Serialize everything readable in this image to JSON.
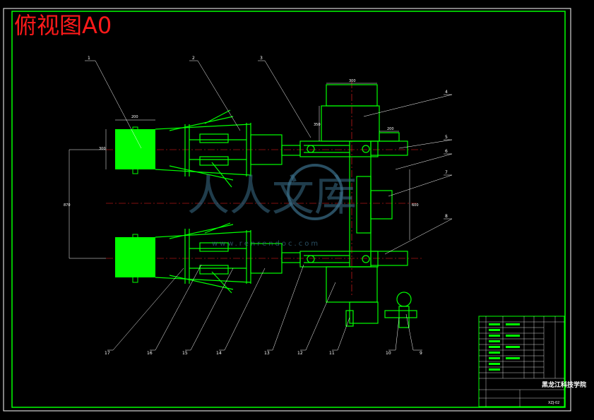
{
  "title": "俯视图A0",
  "callouts": [
    "1",
    "2",
    "3",
    "4",
    "5",
    "6",
    "7",
    "8",
    "9",
    "10",
    "11",
    "12",
    "13",
    "14",
    "15",
    "16",
    "17"
  ],
  "dimensions": {
    "d_top_box_w": "300",
    "d_top_box_h": "350",
    "d_roller_w": "200",
    "d_roller_h": "300",
    "d_small_box": "200",
    "d_right_span": "600",
    "d_left_span": "870"
  },
  "watermark": {
    "text": "人人文库",
    "url": "www.renrendoc.com"
  },
  "title_block": {
    "school": "黑龙江科技学院",
    "drawing_no": "XZJ-02"
  },
  "colors": {
    "frame": "#ffffff",
    "parts": "#00ff00",
    "centerline": "#ff2020",
    "title": "#ff1a1a",
    "leader": "#ffffff"
  }
}
